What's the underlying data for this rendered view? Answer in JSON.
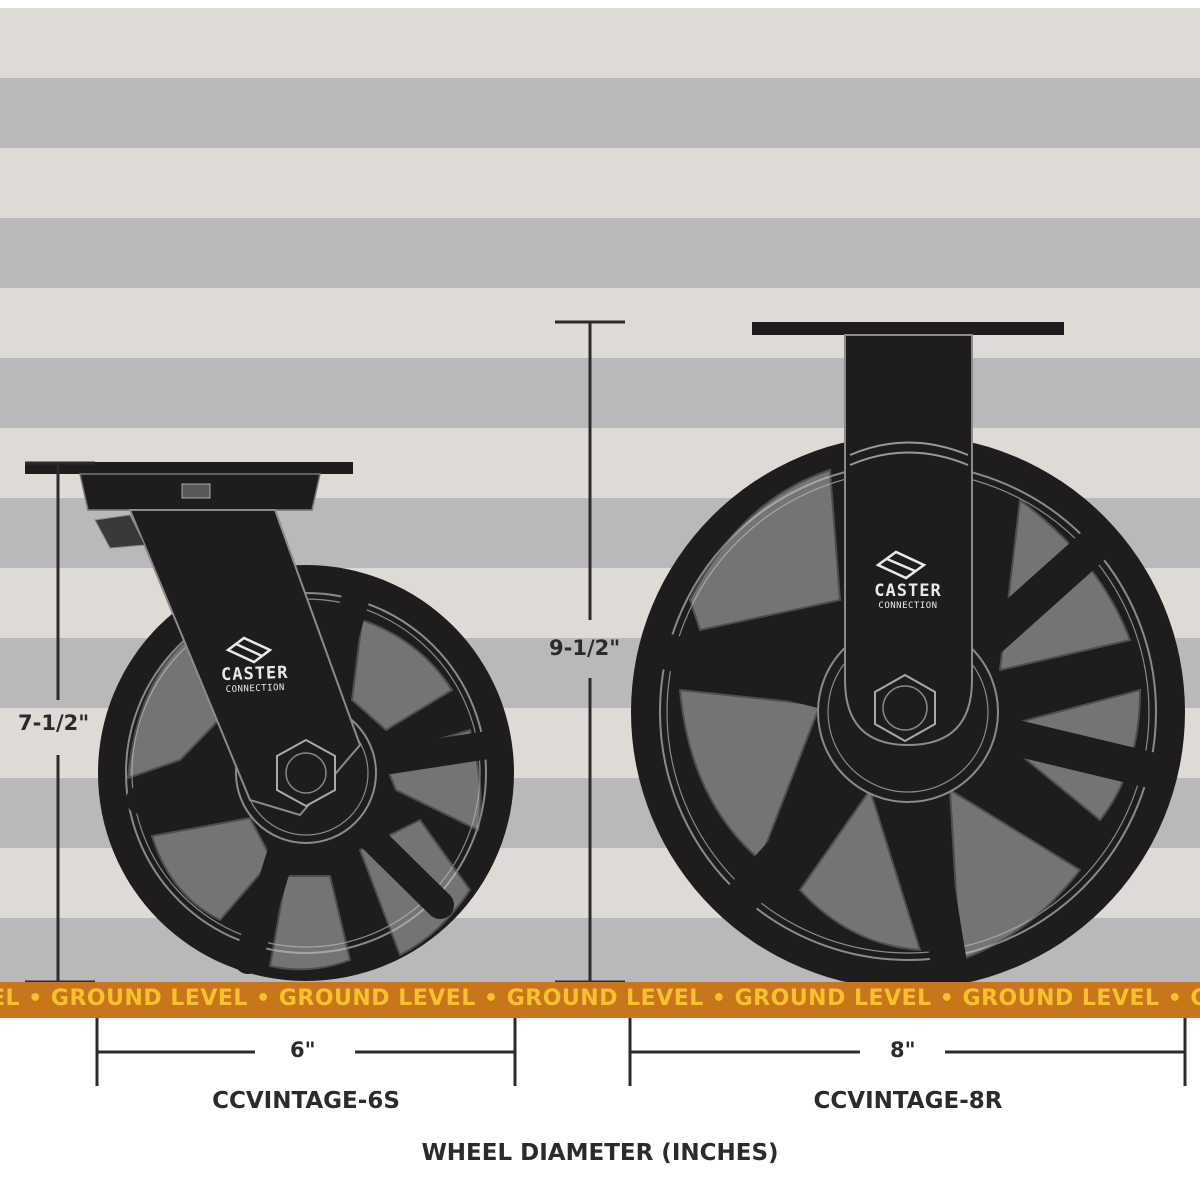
{
  "ground_band": {
    "text": "EL • GROUND LEVEL • GROUND LEVEL • GROUND LEVEL • GROUND LEVEL • GROUND LEVEL • GROUND"
  },
  "casters": [
    {
      "model": "CCVINTAGE-6S",
      "height_label": "7-1/2\"",
      "diameter_label": "6\"",
      "logo_line1": "CASTER",
      "logo_line2": "CONNECTION"
    },
    {
      "model": "CCVINTAGE-8R",
      "height_label": "9-1/2\"",
      "diameter_label": "8\"",
      "logo_line1": "CASTER",
      "logo_line2": "CONNECTION"
    }
  ],
  "axis_caption": "WHEEL DIAMETER (INCHES)",
  "colors": {
    "stripe_light": "#dedad6",
    "stripe_dark": "#b9b8bb",
    "ground": "#c8761c",
    "ground_text": "#f6c12e",
    "caster_body": "#1e1c1d",
    "dimension_lines": "#2d2a2b"
  },
  "icons": [
    "caster-connection-logo-icon",
    "hex-nut-icon"
  ]
}
